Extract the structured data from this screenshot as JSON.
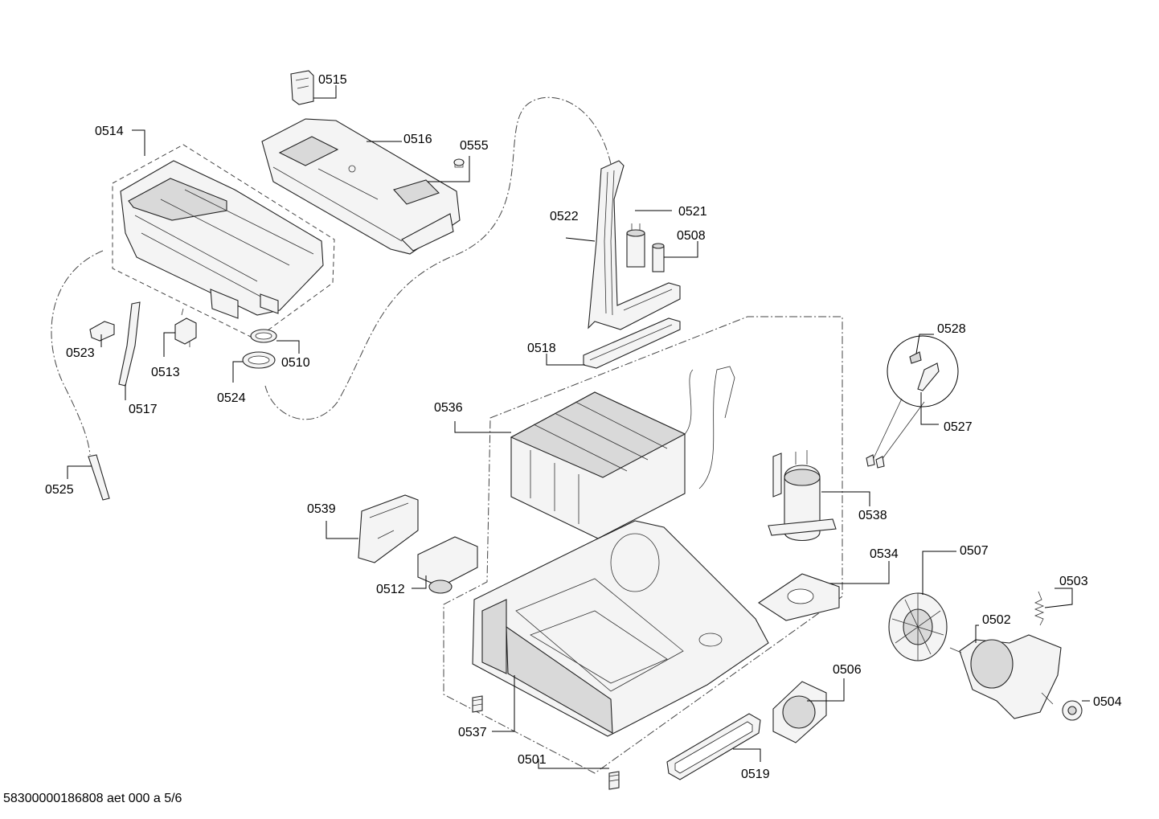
{
  "footer": {
    "drawing_id": "58300000186808 aet 000 a 5/6"
  },
  "callouts": [
    {
      "id": "0515",
      "label": "0515"
    },
    {
      "id": "0514",
      "label": "0514"
    },
    {
      "id": "0516",
      "label": "0516"
    },
    {
      "id": "0555",
      "label": "0555"
    },
    {
      "id": "0522",
      "label": "0522"
    },
    {
      "id": "0521",
      "label": "0521"
    },
    {
      "id": "0508",
      "label": "0508"
    },
    {
      "id": "0523",
      "label": "0523"
    },
    {
      "id": "0513",
      "label": "0513"
    },
    {
      "id": "0510",
      "label": "0510"
    },
    {
      "id": "0524",
      "label": "0524"
    },
    {
      "id": "0517",
      "label": "0517"
    },
    {
      "id": "0518",
      "label": "0518"
    },
    {
      "id": "0528",
      "label": "0528"
    },
    {
      "id": "0527",
      "label": "0527"
    },
    {
      "id": "0536",
      "label": "0536"
    },
    {
      "id": "0525",
      "label": "0525"
    },
    {
      "id": "0538",
      "label": "0538"
    },
    {
      "id": "0539",
      "label": "0539"
    },
    {
      "id": "0534",
      "label": "0534"
    },
    {
      "id": "0507",
      "label": "0507"
    },
    {
      "id": "0512",
      "label": "0512"
    },
    {
      "id": "0503",
      "label": "0503"
    },
    {
      "id": "0502",
      "label": "0502"
    },
    {
      "id": "0506",
      "label": "0506"
    },
    {
      "id": "0504",
      "label": "0504"
    },
    {
      "id": "0537",
      "label": "0537"
    },
    {
      "id": "0501",
      "label": "0501"
    },
    {
      "id": "0519",
      "label": "0519"
    }
  ]
}
